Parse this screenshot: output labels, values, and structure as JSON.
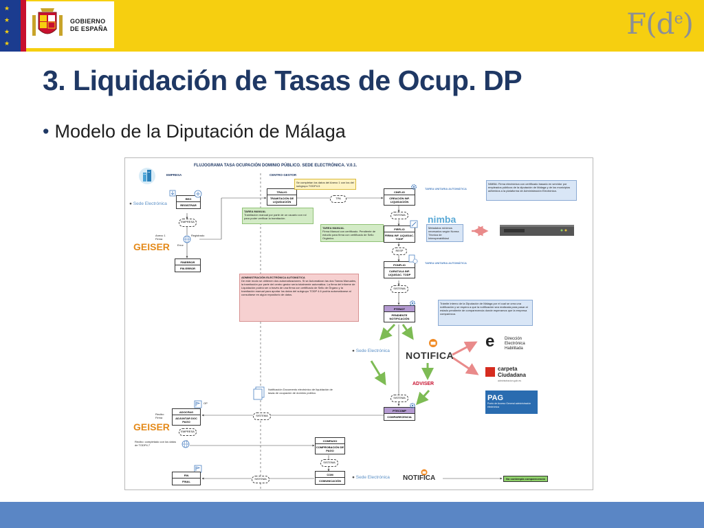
{
  "header": {
    "gov_line1": "GOBIERNO",
    "gov_line2": "DE ESPAÑA",
    "brand_main": "F(d",
    "brand_sup": "e",
    "brand_close": ")"
  },
  "slide": {
    "title": "3. Liquidación de Tasas de Ocup. DP",
    "subtitle": "Modelo de la Diputación de Málaga"
  },
  "colors": {
    "top_bar": "#f6cf10",
    "title": "#1f3864",
    "bottom_bar": "#5a86c5",
    "note_yellow": "#fdf3c4",
    "note_green": "#d3ebc6",
    "note_blue": "#d9e6f6",
    "note_red": "#f6d0d0",
    "arrow_green": "#7dbb54",
    "arrow_red": "#e98a8a"
  },
  "diagram": {
    "title": "FLUJOGRAMA TASA OCUPACIÓN DOMINIO PÚBLICO. SEDE ELECTRÓNICA. V.0.1.",
    "lane_empresa": "EMPRESA",
    "lane_centro": "CENTRO GESTOR",
    "boxes": {
      "reg": {
        "hdr": "REG",
        "bdy": "REGISTRAR"
      },
      "tralio": {
        "hdr": "TRALIO",
        "bdy": "TRAMITACIÓN DE LIQUIDACIÓN"
      },
      "cinflio": {
        "hdr": "CINFLIO",
        "bdy": "CREACIÓN INF. LIQUIDACIÓN"
      },
      "firflio": {
        "hdr": "FIRFLIO",
        "bdy": "FIRMA INF. LIQUIDAC. TODP"
      },
      "ponflio": {
        "hdr": "PONFLIO",
        "bdy": "CARATULA INF. LIQUIDAC. TODP"
      },
      "ptenot": {
        "hdr": "PTENOT",
        "bdy": "PENDIENTE NOTIFICACIÓN"
      },
      "ptecomp": {
        "hdr": "PTECOMP",
        "bdy": "COMPARECENCIA"
      },
      "finerror": {
        "hdr": "FINERROR",
        "bdy": "FIN ERROR"
      },
      "adocpag": {
        "hdr": "ADOCPAG",
        "bdy": "ADJUNTAR DOC PAGO"
      },
      "compago": {
        "hdr": "COMPAGO",
        "bdy": "COMPROBACIÓN DE PAGO"
      },
      "com": {
        "hdr": "COM",
        "bdy": "COMUNICACIÓN"
      },
      "fin": {
        "hdr": "FIN",
        "bdy": "FINAL"
      }
    },
    "pills": {
      "empresa1": "EMPRESA",
      "empresa2": "EMPRESA",
      "tpa": "TPA",
      "sistema1": "SISTEMA",
      "resp": "RESP",
      "sistema2": "SISTEMA",
      "sistema3": "SISTEMA",
      "sistema4": "SISTEMA",
      "sistema5": "SISTEMA",
      "sistema6": "SISTEMA"
    },
    "labels": {
      "registrado": "Registrado",
      "error": "Error",
      "anexo": "Anexo 1 Firma",
      "tarea_auto1": "TAREA UNITARIA AUTOMÁTICA",
      "tarea_auto2": "TAREA UNITARIA AUTOMÁTICA",
      "op": "OP",
      "recibo": "Recibo Firma",
      "recibo_note": "Recibo: completado con los datos de TODP4.7",
      "notif_note": "Notificación Documento electrónico de liquidación de tasas de ocupación de dominio público.",
      "no_comparecencia": "No contempla comparecencia",
      "adviser": "ADVISER"
    },
    "notes": {
      "yellow": "Se completan los datos del Anexo 1 con los del subgrupo TODP4.5",
      "tarea_manual1_title": "TAREA MANUAL",
      "tarea_manual1": "Tramitación manual por parte de un usuario con rol para poder verificar la tramitación.",
      "tarea_manual2_title": "TAREA MANUAL",
      "tarea_manual2": "Firma Manual con certificado. Pendiente de estudio para firma con certificado de Sello Orgánico.",
      "metadatos": "Metadatos mínimos necesarios según Norma Técnica de Interoperabilidad",
      "nimba": "NIMBA: Firma electrónica con certificado basado en servidor por empleados públicos de la diputación de Málaga y de los municipios adheridos a la plataforma de Administración Electrónica.",
      "admin_title": "ADMINISTRACIÓN ELECTRÓNICA AUTOMÁTICA",
      "admin": "De este modo se obtienen dos automatizaciones. Si se Automatizan las dos Tareas Manuales, la tramitación por parte del centro gestor sería totalmente automática. La firma del informe de Liquidación podría ser a través de una firma con certificado de Sello de Órgano y la tramitación manual para aportar los datos del subgrupo TODP 4.6 podría automatizarse al consultarse en algún repositorio de datos.",
      "tramite": "Trámite interno de la Diputación de Málaga por el cual se crea una notificación y se espera a que la notificación sea realizada para pasar al estado pendiente de comparecencia donde esperamos que la empresa comparezca."
    },
    "logos": {
      "sede1": "Sede Electrónica",
      "sede2": "Sede Electrónica",
      "sede3": "Sede Electrónica",
      "geiser1": "GEISER",
      "geiser2": "GEISER",
      "nimba": "nimba",
      "notifica1": "NOTIFICA",
      "notifica2": "NOTIFICA",
      "deh_line1": "Dirección",
      "deh_line2": "Electrónica",
      "deh_line3": "Habilitada",
      "carpeta_line1": "carpeta",
      "carpeta_line2": "Ciudadana",
      "carpeta_sub": "administracion.gob.es",
      "pag_main": "PAG",
      "pag_sub": "Punto de Acceso General administración electrónica"
    }
  }
}
